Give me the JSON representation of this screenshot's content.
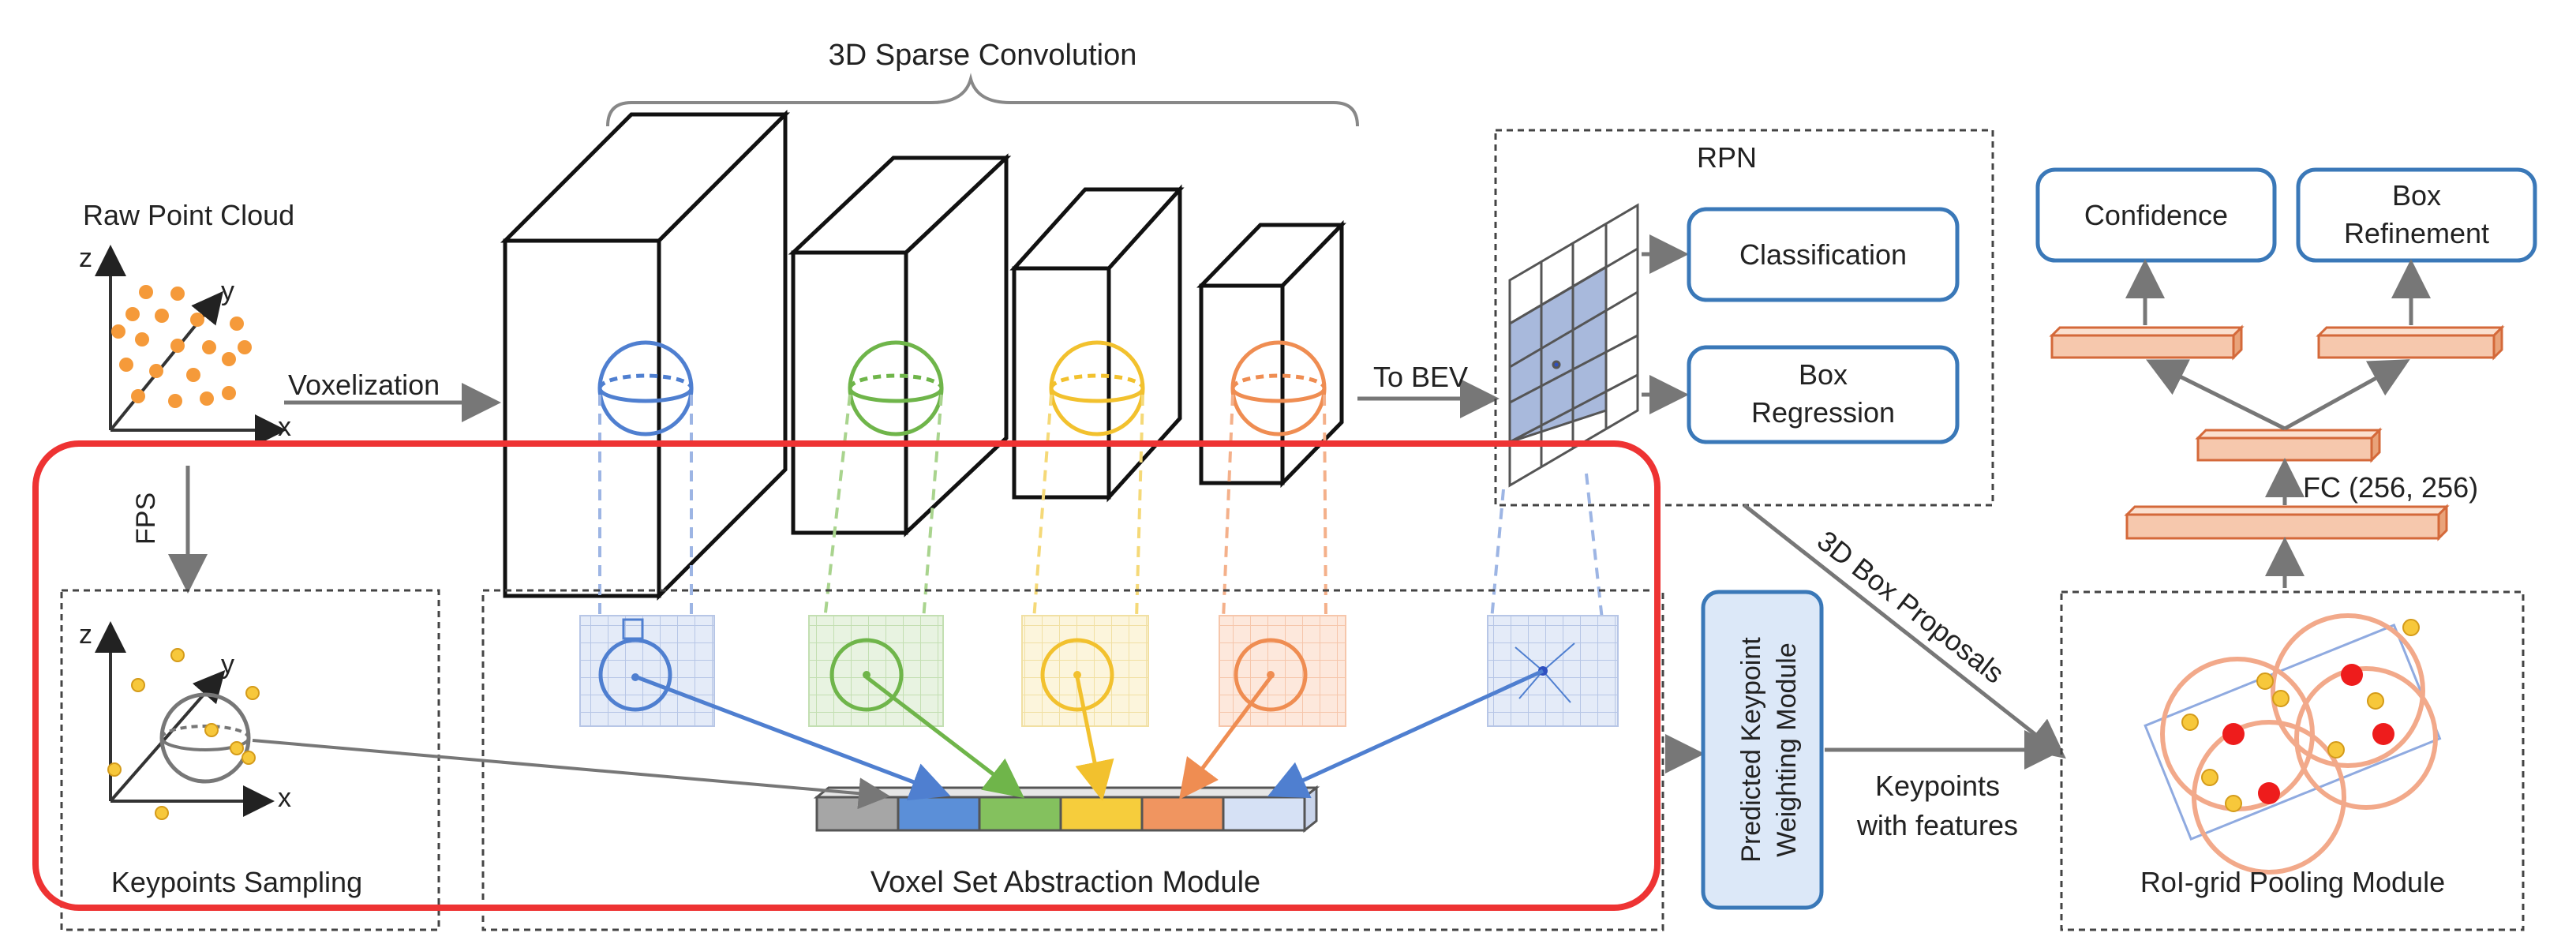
{
  "labels": {
    "sparse_conv": "3D Sparse Convolution",
    "raw_point_cloud": "Raw Point Cloud",
    "voxelization": "Voxelization",
    "to_bev": "To BEV",
    "rpn": "RPN",
    "classification": "Classification",
    "box_regression_1": "Box",
    "box_regression_2": "Regression",
    "confidence": "Confidence",
    "box_refinement_1": "Box",
    "box_refinement_2": "Refinement",
    "fc": "FC (256, 256)",
    "fps": "FPS",
    "box_proposals": "3D Box Proposals",
    "keypoints_sampling": "Keypoints Sampling",
    "vsa_module": "Voxel Set Abstraction Module",
    "weighting_1": "Predicted Keypoint",
    "weighting_2": "Weighting Module",
    "kp_features_1": "Keypoints",
    "kp_features_2": "with features",
    "roi_grid": "RoI-grid Pooling Module",
    "axis_x": "x",
    "axis_y": "y",
    "axis_z": "z"
  },
  "colors": {
    "blue": "#4f7fd0",
    "green": "#6fb54a",
    "yellow": "#f2c12e",
    "orange": "#ef8d52",
    "red_highlight": "#ee3333",
    "box_blue": "#3a78b8",
    "fc_orange": "#f6c8ad",
    "point_orange": "#f59a3a",
    "point_yellow": "#f7c83b"
  },
  "icons": [
    "point-cloud-icon",
    "keypoint-sphere-icon",
    "bev-grid-icon",
    "roi-circles-icon"
  ]
}
